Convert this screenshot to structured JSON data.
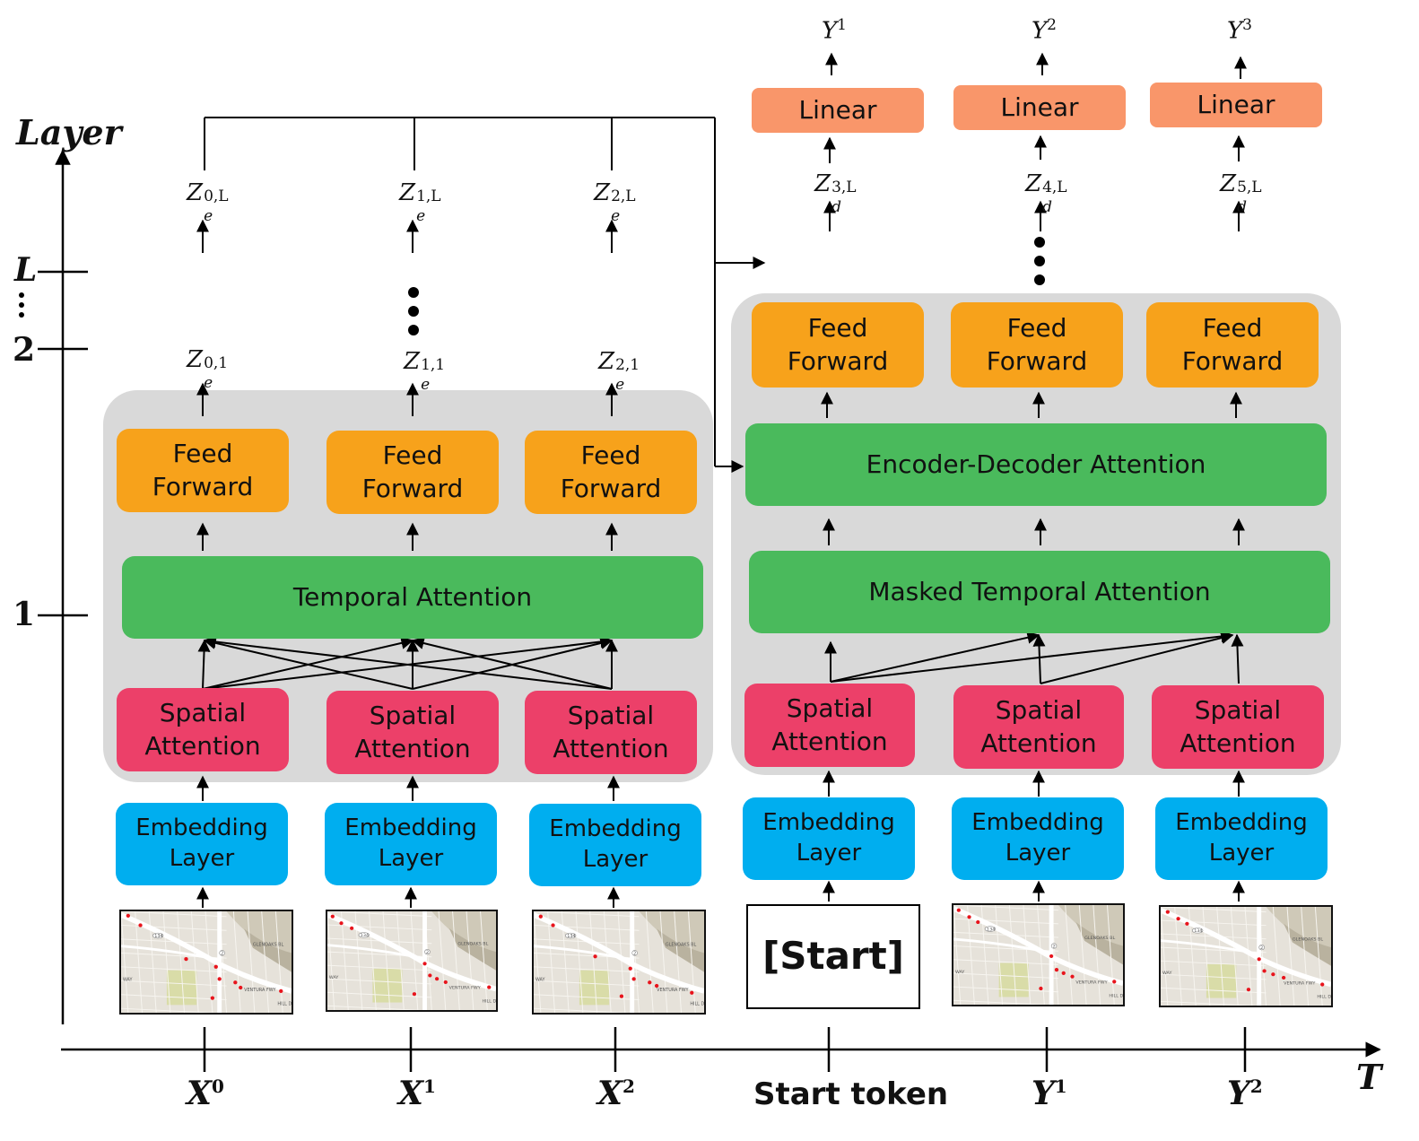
{
  "axes": {
    "y_label": "Layer",
    "x_label": "T",
    "y_ticks": [
      "1",
      "2",
      "L"
    ],
    "x_ticks": [
      {
        "base": "X",
        "sup": "0"
      },
      {
        "base": "X",
        "sup": "1"
      },
      {
        "base": "X",
        "sup": "2"
      },
      {
        "base": "Start token",
        "sup": ""
      },
      {
        "base": "Y",
        "sup": "1"
      },
      {
        "base": "Y",
        "sup": "2"
      }
    ]
  },
  "encoder": {
    "feed_forward": [
      "Feed\nForward",
      "Feed\nForward",
      "Feed\nForward"
    ],
    "temporal_attention": "Temporal Attention",
    "spatial_attention": [
      "Spatial\nAttention",
      "Spatial\nAttention",
      "Spatial\nAttention"
    ],
    "embedding": [
      "Embedding\nLayer",
      "Embedding\nLayer",
      "Embedding\nLayer"
    ],
    "z_layer1": [
      {
        "base": "Z",
        "sub": "e",
        "sup": "0,1"
      },
      {
        "base": "Z",
        "sub": "e",
        "sup": "1,1"
      },
      {
        "base": "Z",
        "sub": "e",
        "sup": "2,1"
      }
    ],
    "z_layerL": [
      {
        "base": "Z",
        "sub": "e",
        "sup": "0,L"
      },
      {
        "base": "Z",
        "sub": "e",
        "sup": "1,L"
      },
      {
        "base": "Z",
        "sub": "e",
        "sup": "2,L"
      }
    ]
  },
  "decoder": {
    "feed_forward": [
      "Feed\nForward",
      "Feed\nForward",
      "Feed\nForward"
    ],
    "enc_dec_attention": "Encoder-Decoder Attention",
    "masked_temporal_attention": "Masked Temporal Attention",
    "spatial_attention": [
      "Spatial\nAttention",
      "Spatial\nAttention",
      "Spatial\nAttention"
    ],
    "embedding": [
      "Embedding\nLayer",
      "Embedding\nLayer",
      "Embedding\nLayer"
    ],
    "start_token": "[Start]",
    "linear": [
      "Linear",
      "Linear",
      "Linear"
    ],
    "z_layerL": [
      {
        "base": "Z",
        "sub": "d",
        "sup": "3,L"
      },
      {
        "base": "Z",
        "sub": "d",
        "sup": "4,L"
      },
      {
        "base": "Z",
        "sub": "d",
        "sup": "5,L"
      }
    ],
    "outputs": [
      {
        "base": "Y",
        "sup": "1"
      },
      {
        "base": "Y",
        "sup": "2"
      },
      {
        "base": "Y",
        "sup": "3"
      }
    ]
  },
  "map_labels": [
    "134",
    "2",
    "GLENOAKS BL",
    "VENTURA FWY",
    "HILL DR",
    "WAY"
  ],
  "colors": {
    "feed_forward": "#f7a21b",
    "spatial_attention": "#ec4069",
    "embedding": "#00aeef",
    "attention_green": "#4aba5c",
    "linear": "#f9966a",
    "panel": "#d9d9d9",
    "traffic_dot": "#e8141c"
  }
}
